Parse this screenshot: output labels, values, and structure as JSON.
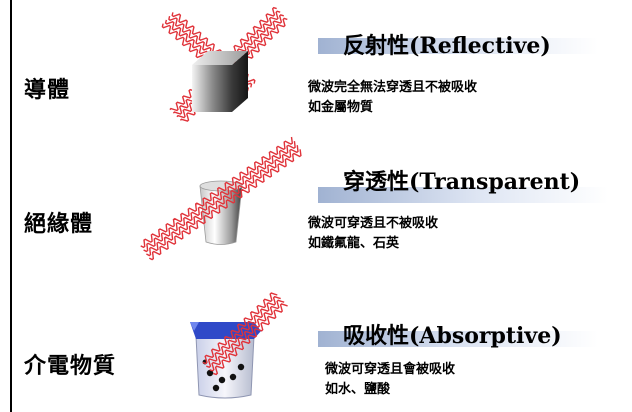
{
  "rows": [
    {
      "category": "導體",
      "property": "反射性(Reflective)",
      "desc1": "微波完全無法穿透且不被吸收",
      "desc2": "如金屬物質"
    },
    {
      "category": "絕緣體",
      "property": "穿透性(Transparent)",
      "desc1": "微波可穿透且不被吸收",
      "desc2": "如鐵氟龍、石英"
    },
    {
      "category": "介電物質",
      "property": "吸收性(Absorptive)",
      "desc1": "微波可穿透且會被吸收",
      "desc2": "如水、鹽酸"
    }
  ],
  "colors": {
    "wave": "#e0333a",
    "bar": "#9fb0d2",
    "beaker": "#2f49c8"
  }
}
